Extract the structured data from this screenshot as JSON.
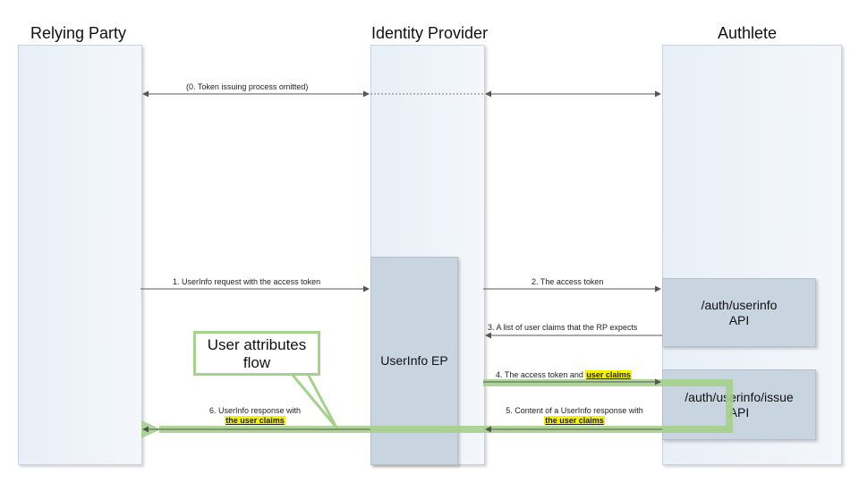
{
  "lanes": {
    "rp": "Relying Party",
    "idp": "Identity Provider",
    "authlete": "Authlete"
  },
  "boxes": {
    "userinfo_ep": "UserInfo EP",
    "userinfo_api": "/auth/userinfo\nAPI",
    "issue_api": "/auth/userinfo/issue\nAPI"
  },
  "messages": {
    "m0": "(0. Token issuing process omitted)",
    "m1": "1. UserInfo request with the access token",
    "m2": "2. The access token",
    "m3": "3. A list of user claims that the RP expects",
    "m4_prefix": "4. The access token and ",
    "m4_highlight": "user claims",
    "m5_line1": "5. Content of a UserInfo response with",
    "m5_highlight": "the user claims",
    "m6_line1": "6. UserInfo response with",
    "m6_highlight": "the user claims"
  },
  "callout": {
    "text": "User attributes\nflow"
  },
  "colors": {
    "lane_fill": "#e8eff7",
    "box_fill": "#c8d4e0",
    "flow_green": "#a6d18c",
    "highlight_yellow": "#f5f200",
    "arrow": "#555555"
  }
}
